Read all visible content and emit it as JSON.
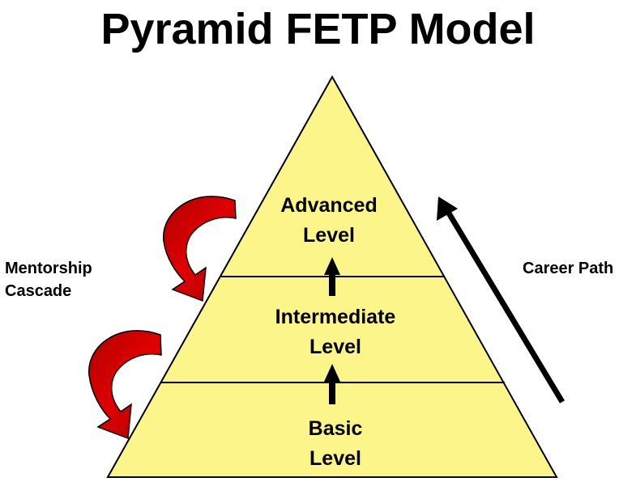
{
  "title": "Pyramid FETP Model",
  "levels": [
    {
      "line1": "Advanced",
      "line2": "Level"
    },
    {
      "line1": "Intermediate",
      "line2": "Level"
    },
    {
      "line1": "Basic",
      "line2": "Level"
    }
  ],
  "left_label": {
    "line1": "Mentorship",
    "line2": "Cascade"
  },
  "right_label": "Career Path",
  "colors": {
    "pyramid_fill": "#FBF58A",
    "outline": "#000000",
    "cascade_arrow": "#D00000",
    "career_arrow": "#000000"
  }
}
